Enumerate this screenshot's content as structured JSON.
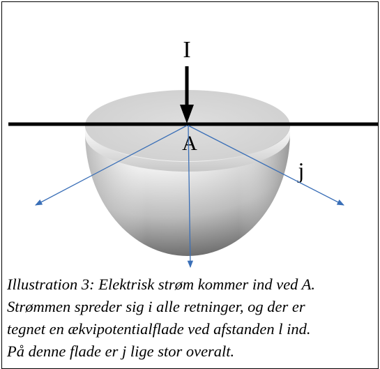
{
  "labels": {
    "current": "I",
    "entry_point": "A",
    "current_density": "j"
  },
  "caption": {
    "lines": [
      "Illustration 3: Elektrisk strøm kommer ind ved A.",
      "Strømmen spreder sig i alle retninger, og der er",
      "tegnet en ækvipotentialflade ved afstanden l ind.",
      "På denne flade er j lige stor overalt."
    ]
  },
  "colors": {
    "arrow_blue": "#3a6fb7",
    "surface_line": "#000000",
    "hemisphere_light": "#f2f2f2",
    "hemisphere_dark": "#8a8a8a"
  }
}
